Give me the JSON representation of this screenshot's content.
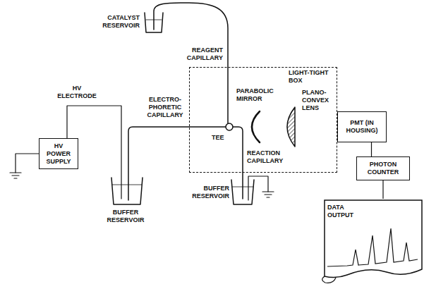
{
  "diagram": {
    "nodes": [
      {
        "text": [
          "LIGHT-TIGHT BOX"
        ]
      },
      {
        "text": [
          "PMT (IN HOUSING)"
        ]
      },
      {
        "text": [
          "HV POWER SUPPLY"
        ]
      },
      {
        "text": [
          "PHOTON COUNTER"
        ]
      },
      {
        "text": [
          "DATA OUTPUT"
        ]
      }
    ],
    "edges": [
      {
        "from": 1,
        "to": 3,
        "arrow": "none"
      },
      {
        "from": 3,
        "to": 4,
        "arrow": "none"
      }
    ],
    "labels": [
      "CATALYST RESERVOIR",
      "REAGENT CAPILLARY",
      "HV ELECTRODE",
      "ELECTRO- PHORETIC CAPILLARY",
      "TEE",
      "PARABOLIC MIRROR",
      "PLANO- CONVEX LENS",
      "REACTION CAPILLARY",
      "BUFFER RESERVOIR",
      "BUFFER RESERVOIR"
    ]
  }
}
